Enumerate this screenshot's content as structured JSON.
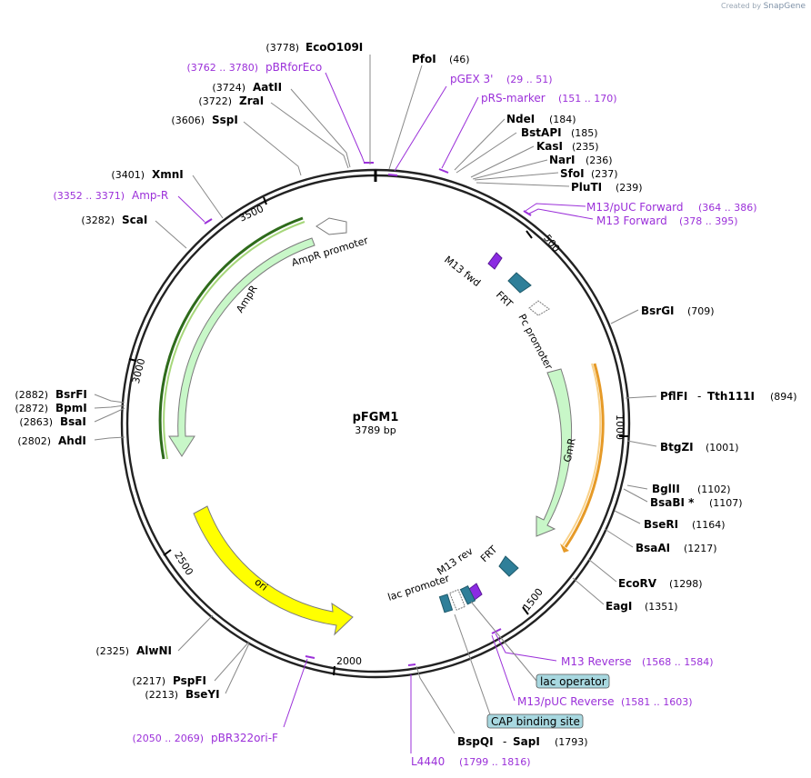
{
  "watermark": {
    "prefix": "Created by",
    "brand": "SnapGene"
  },
  "plasmid": {
    "name": "pFGM1",
    "size_label": "3789 bp",
    "length": 3789
  },
  "colors": {
    "site_text": "#000000",
    "feature_text": "#9b30d9",
    "amp": "#c8f7c8",
    "ori": "#ffff00",
    "frt": "#2f7f99",
    "m13": "#8b2be2",
    "grey_line": "#888888"
  },
  "ticks": [
    "500",
    "1000",
    "1500",
    "2000",
    "2500",
    "3000",
    "3500"
  ],
  "left_sites": [
    {
      "pos": "(3778)",
      "name": "EcoO109I"
    },
    {
      "pos": "(3762 .. 3780)",
      "name": "pBRforEco",
      "feature": true
    },
    {
      "pos": "(3724)",
      "name": "AatII"
    },
    {
      "pos": "(3722)",
      "name": "ZraI"
    },
    {
      "pos": "(3606)",
      "name": "SspI"
    },
    {
      "pos": "(3401)",
      "name": "XmnI"
    },
    {
      "pos": "(3352 .. 3371)",
      "name": "Amp-R",
      "feature": true
    },
    {
      "pos": "(3282)",
      "name": "ScaI"
    },
    {
      "pos": "(2882)",
      "name": "BsrFI"
    },
    {
      "pos": "(2872)",
      "name": "BpmI"
    },
    {
      "pos": "(2863)",
      "name": "BsaI"
    },
    {
      "pos": "(2802)",
      "name": "AhdI"
    },
    {
      "pos": "(2325)",
      "name": "AlwNI"
    },
    {
      "pos": "(2217)",
      "name": "PspFI"
    },
    {
      "pos": "(2213)",
      "name": "BseYI"
    },
    {
      "pos": "(2050 .. 2069)",
      "name": "pBR322ori-F",
      "feature": true
    }
  ],
  "right_sites": [
    {
      "name": "PfoI",
      "pos": "(46)"
    },
    {
      "name": "pGEX 3'",
      "pos": "(29 .. 51)",
      "feature": true
    },
    {
      "name": "pRS-marker",
      "pos": "(151 .. 170)",
      "feature": true
    },
    {
      "name": "NdeI",
      "pos": "(184)"
    },
    {
      "name": "BstAPI",
      "pos": "(185)"
    },
    {
      "name": "KasI",
      "pos": "(235)"
    },
    {
      "name": "NarI",
      "pos": "(236)"
    },
    {
      "name": "SfoI",
      "pos": "(237)"
    },
    {
      "name": "PluTI",
      "pos": "(239)"
    },
    {
      "name": "M13/pUC Forward",
      "pos": "(364 .. 386)",
      "feature": true
    },
    {
      "name": "M13 Forward",
      "pos": "(378 .. 395)",
      "feature": true
    },
    {
      "name": "BsrGI",
      "pos": "(709)"
    },
    {
      "name": "PflFI",
      "name2": "Tth111I",
      "pos": "(894)"
    },
    {
      "name": "BtgZI",
      "pos": "(1001)"
    },
    {
      "name": "BglII",
      "pos": "(1102)"
    },
    {
      "name": "BsaBI *",
      "pos": "(1107)"
    },
    {
      "name": "BseRI",
      "pos": "(1164)"
    },
    {
      "name": "BsaAI",
      "pos": "(1217)"
    },
    {
      "name": "EcoRV",
      "pos": "(1298)"
    },
    {
      "name": "EagI",
      "pos": "(1351)"
    },
    {
      "name": "M13 Reverse",
      "pos": "(1568 .. 1584)",
      "feature": true
    },
    {
      "name": "lac operator",
      "boxed": true
    },
    {
      "name": "M13/pUC Reverse",
      "pos": "(1581 .. 1603)",
      "feature": true
    },
    {
      "name": "CAP binding site",
      "boxed": true
    },
    {
      "name": "BspQI",
      "name2": "SapI",
      "pos": "(1793)"
    },
    {
      "name": "L4440",
      "pos": "(1799 .. 1816)",
      "feature": true
    }
  ],
  "features": [
    {
      "name": "AmpR promoter"
    },
    {
      "name": "AmpR"
    },
    {
      "name": "ori"
    },
    {
      "name": "M13 fwd"
    },
    {
      "name": "FRT"
    },
    {
      "name": "Pc promoter"
    },
    {
      "name": "GmR"
    },
    {
      "name": "FRT"
    },
    {
      "name": "M13 rev"
    },
    {
      "name": "lac promoter"
    }
  ]
}
